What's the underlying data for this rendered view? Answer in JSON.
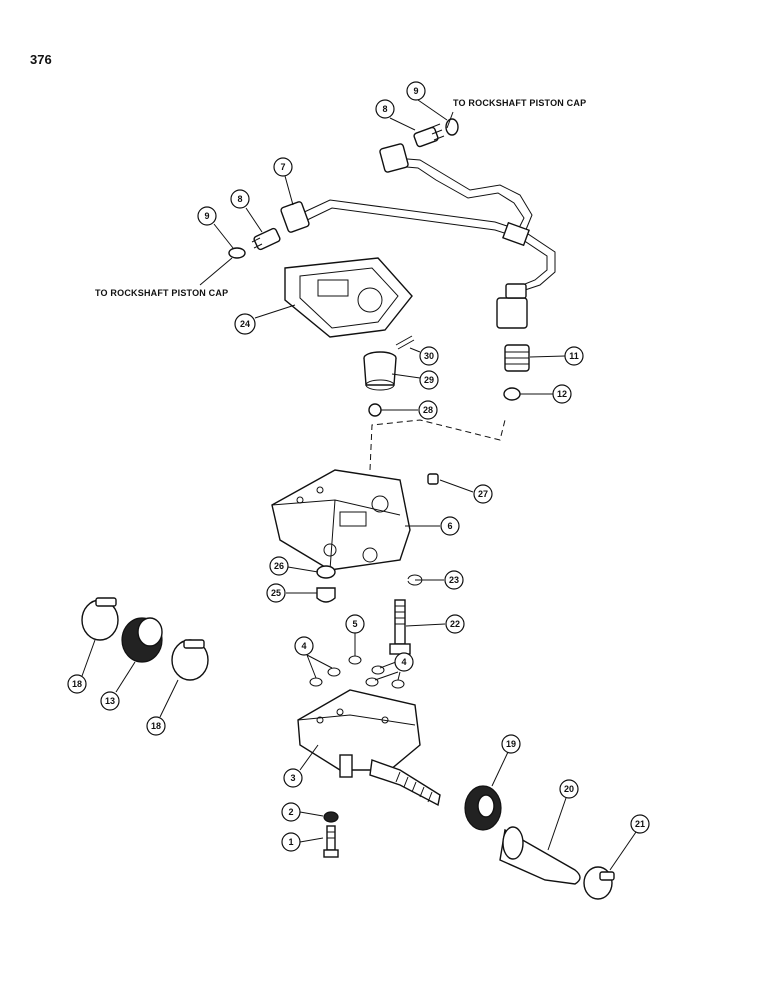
{
  "page": {
    "number": "376"
  },
  "notes": {
    "top": "TO ROCKSHAFT PISTON CAP",
    "left": "TO ROCKSHAFT PISTON CAP"
  },
  "callouts": {
    "c1": "1",
    "c2": "2",
    "c3": "3",
    "c4a": "4",
    "c4b": "4",
    "c5": "5",
    "c6": "6",
    "c7": "7",
    "c8a": "8",
    "c8b": "8",
    "c9a": "9",
    "c9b": "9",
    "c11": "11",
    "c12": "12",
    "c13": "13",
    "c18a": "18",
    "c18b": "18",
    "c19": "19",
    "c20": "20",
    "c21": "21",
    "c22": "22",
    "c23": "23",
    "c24": "24",
    "c25": "25",
    "c26": "26",
    "c27": "27",
    "c28": "28",
    "c29": "29",
    "c30": "30"
  }
}
